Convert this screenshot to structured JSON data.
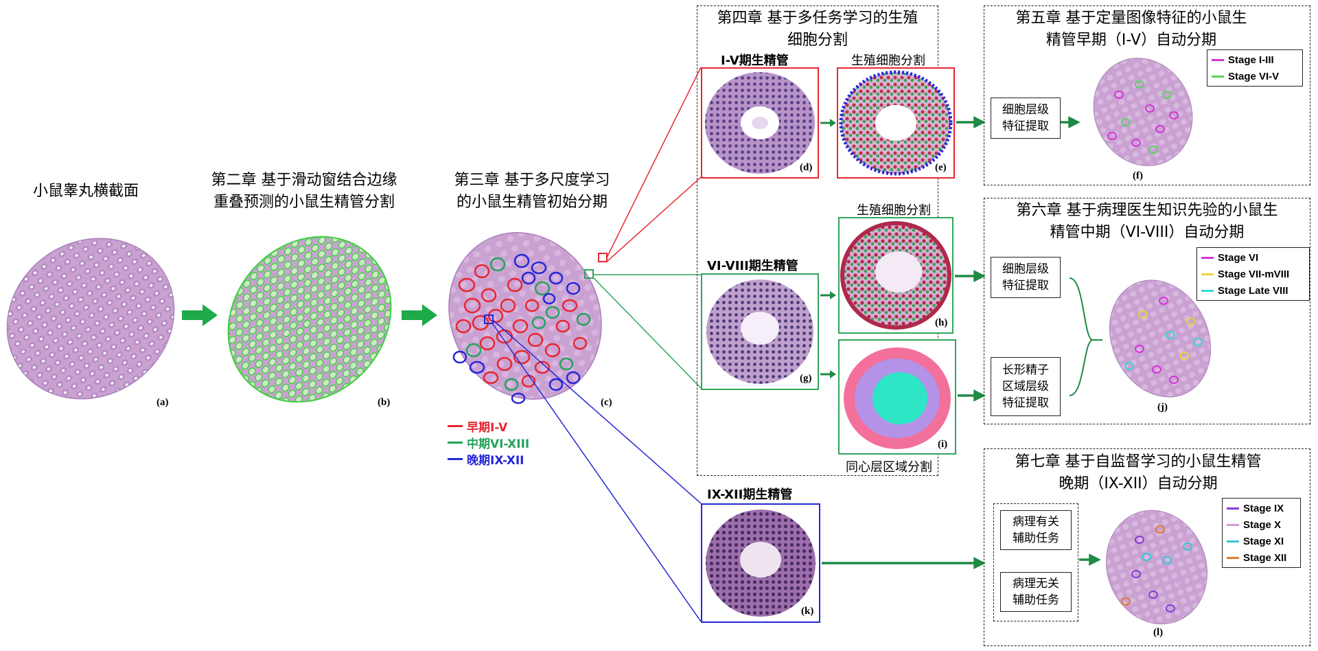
{
  "titles": {
    "a": "小鼠睾丸横截面",
    "b_l1": "第二章 基于滑动窗结合边缘",
    "b_l2": "重叠预测的小鼠生精管分割",
    "c_l1": "第三章 基于多尺度学习",
    "c_l2": "的小鼠生精管初始分期",
    "ch4_l1": "第四章 基于多任务学习的生殖",
    "ch4_l2": "细胞分割",
    "ch5_l1": "第五章 基于定量图像特征的小鼠生",
    "ch5_l2": "精管早期（I-V）自动分期",
    "ch6_l1": "第六章 基于病理医生知识先验的小鼠生",
    "ch6_l2": "精管中期（VI-VIII）自动分期",
    "ch7_l1": "第七章 基于自监督学习的小鼠生精管",
    "ch7_l2": "晚期（IX-XII）自动分期"
  },
  "subtitles": {
    "d": "I-V期生精管",
    "e": "生殖细胞分割",
    "g": "VI-VIII期生精管",
    "h": "生殖细胞分割",
    "i": "同心层区域分割",
    "k": "IX-XII期生精管"
  },
  "panel_labels": {
    "a": "(a)",
    "b": "(b)",
    "c": "(c)",
    "d": "(d)",
    "e": "(e)",
    "f": "(f)",
    "g": "(g)",
    "h": "(h)",
    "i": "(i)",
    "j": "(j)",
    "k": "(k)",
    "l": "(l)"
  },
  "stage_legend": {
    "early": "早期I-V",
    "middle": "中期VI-XIII",
    "late": "晚期IX-XII",
    "colors": {
      "early": "#e8262f",
      "middle": "#23a25c",
      "late": "#2626d9"
    }
  },
  "features": {
    "f_cell": "细胞层级\n特征提取",
    "j_cell": "细胞层级\n特征提取",
    "j_elong": "长形精子\n区域层级\n特征提取",
    "l_related": "病理有关\n辅助任务",
    "l_unrelated": "病理无关\n辅助任务"
  },
  "legend_f": [
    {
      "label": "Stage I-III",
      "color": "#d633d6"
    },
    {
      "label": "Stage VI-V",
      "color": "#5ad35a"
    }
  ],
  "legend_j": [
    {
      "label": "Stage VI",
      "color": "#d633d6"
    },
    {
      "label": "Stage VII-mVIII",
      "color": "#e8d43a"
    },
    {
      "label": "Stage Late VIII",
      "color": "#36d6d6"
    }
  ],
  "legend_l": [
    {
      "label": "Stage IX",
      "color": "#8a3ad6"
    },
    {
      "label": "Stage X",
      "color": "#d49ad6"
    },
    {
      "label": "Stage XI",
      "color": "#36c6d6"
    },
    {
      "label": "Stage XII",
      "color": "#e07a2a"
    }
  ],
  "colors": {
    "tissue": "#c9a2d2",
    "tissue_dark": "#a97fb8",
    "green_arrow": "#1f8a45",
    "red_frame": "#e8262f",
    "green_frame": "#2ea65a",
    "blue_frame": "#2626d9"
  }
}
